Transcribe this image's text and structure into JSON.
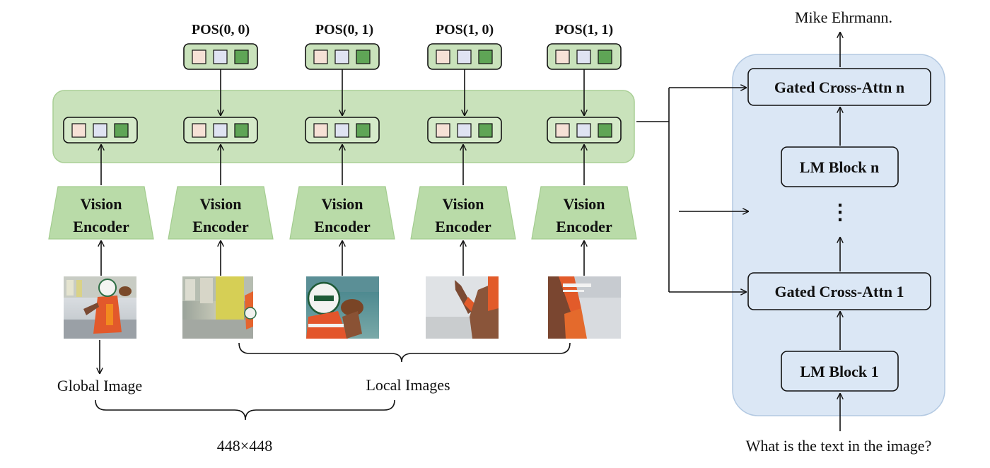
{
  "pos_labels": [
    "POS(0, 0)",
    "POS(0, 1)",
    "POS(1, 0)",
    "POS(1, 1)"
  ],
  "encoder": {
    "line1": "Vision",
    "line2": "Encoder"
  },
  "labels": {
    "global_image": "Global Image",
    "local_images": "Local Images",
    "resolution": "448×448"
  },
  "llm": {
    "output": "Mike Ehrmann.",
    "gated_n": "Gated Cross-Attn n",
    "lm_n": "LM Block n",
    "ellipsis": "⋮",
    "gated_1": "Gated Cross-Attn 1",
    "lm_1": "LM Block 1",
    "input": "What is the text in the image?"
  },
  "images": [
    {
      "name": "global-image-thumbnail",
      "description_icon": "football-player-photo"
    },
    {
      "name": "local-image-thumbnail-1",
      "description_icon": "stadium-crop-photo"
    },
    {
      "name": "local-image-thumbnail-2",
      "description_icon": "helmet-football-crop-photo"
    },
    {
      "name": "local-image-thumbnail-3",
      "description_icon": "arm-crop-photo"
    },
    {
      "name": "local-image-thumbnail-4",
      "description_icon": "jersey-crop-photo"
    }
  ],
  "colors": {
    "green_panel": "#c9e2bb",
    "green_border": "#a9cf95",
    "token_pink": "#f6e1d6",
    "token_lavender": "#dfe3f2",
    "token_green": "#5fa556",
    "blue_panel": "#dbe7f5",
    "blue_border": "#b3c9e2",
    "encoder_fill": "#b9dba8",
    "line": "#111111"
  }
}
